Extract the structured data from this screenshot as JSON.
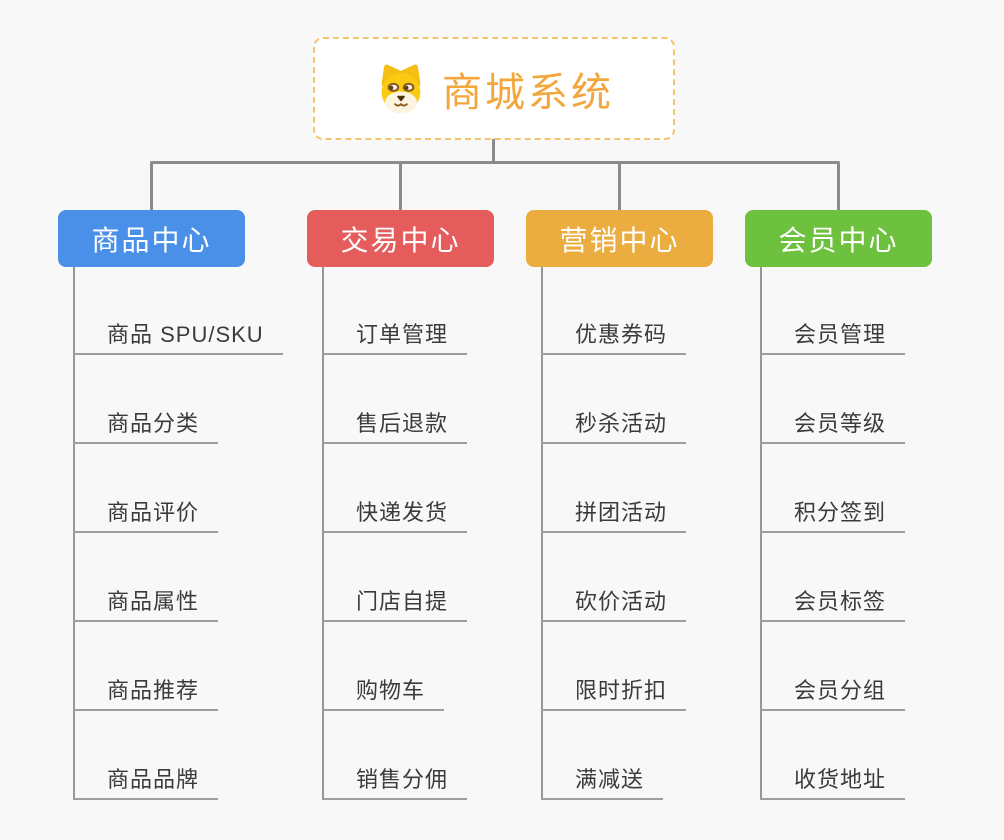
{
  "page": {
    "background": "#f8f8f8"
  },
  "root": {
    "title": "商城系统",
    "icon": "dog-face-icon",
    "text_color": "#f2a63c",
    "border_color": "#f3c46e"
  },
  "connector_color": "#8b8b8b",
  "branches": [
    {
      "label": "商品中心",
      "color": "#4a90e8",
      "items": [
        "商品 SPU/SKU",
        "商品分类",
        "商品评价",
        "商品属性",
        "商品推荐",
        "商品品牌"
      ]
    },
    {
      "label": "交易中心",
      "color": "#e45c5c",
      "items": [
        "订单管理",
        "售后退款",
        "快递发货",
        "门店自提",
        "购物车",
        "销售分佣"
      ]
    },
    {
      "label": "营销中心",
      "color": "#ecad40",
      "items": [
        "优惠券码",
        "秒杀活动",
        "拼团活动",
        "砍价活动",
        "限时折扣",
        "满减送"
      ]
    },
    {
      "label": "会员中心",
      "color": "#6ec13e",
      "items": [
        "会员管理",
        "会员等级",
        "积分签到",
        "会员标签",
        "会员分组",
        "收货地址"
      ]
    }
  ]
}
